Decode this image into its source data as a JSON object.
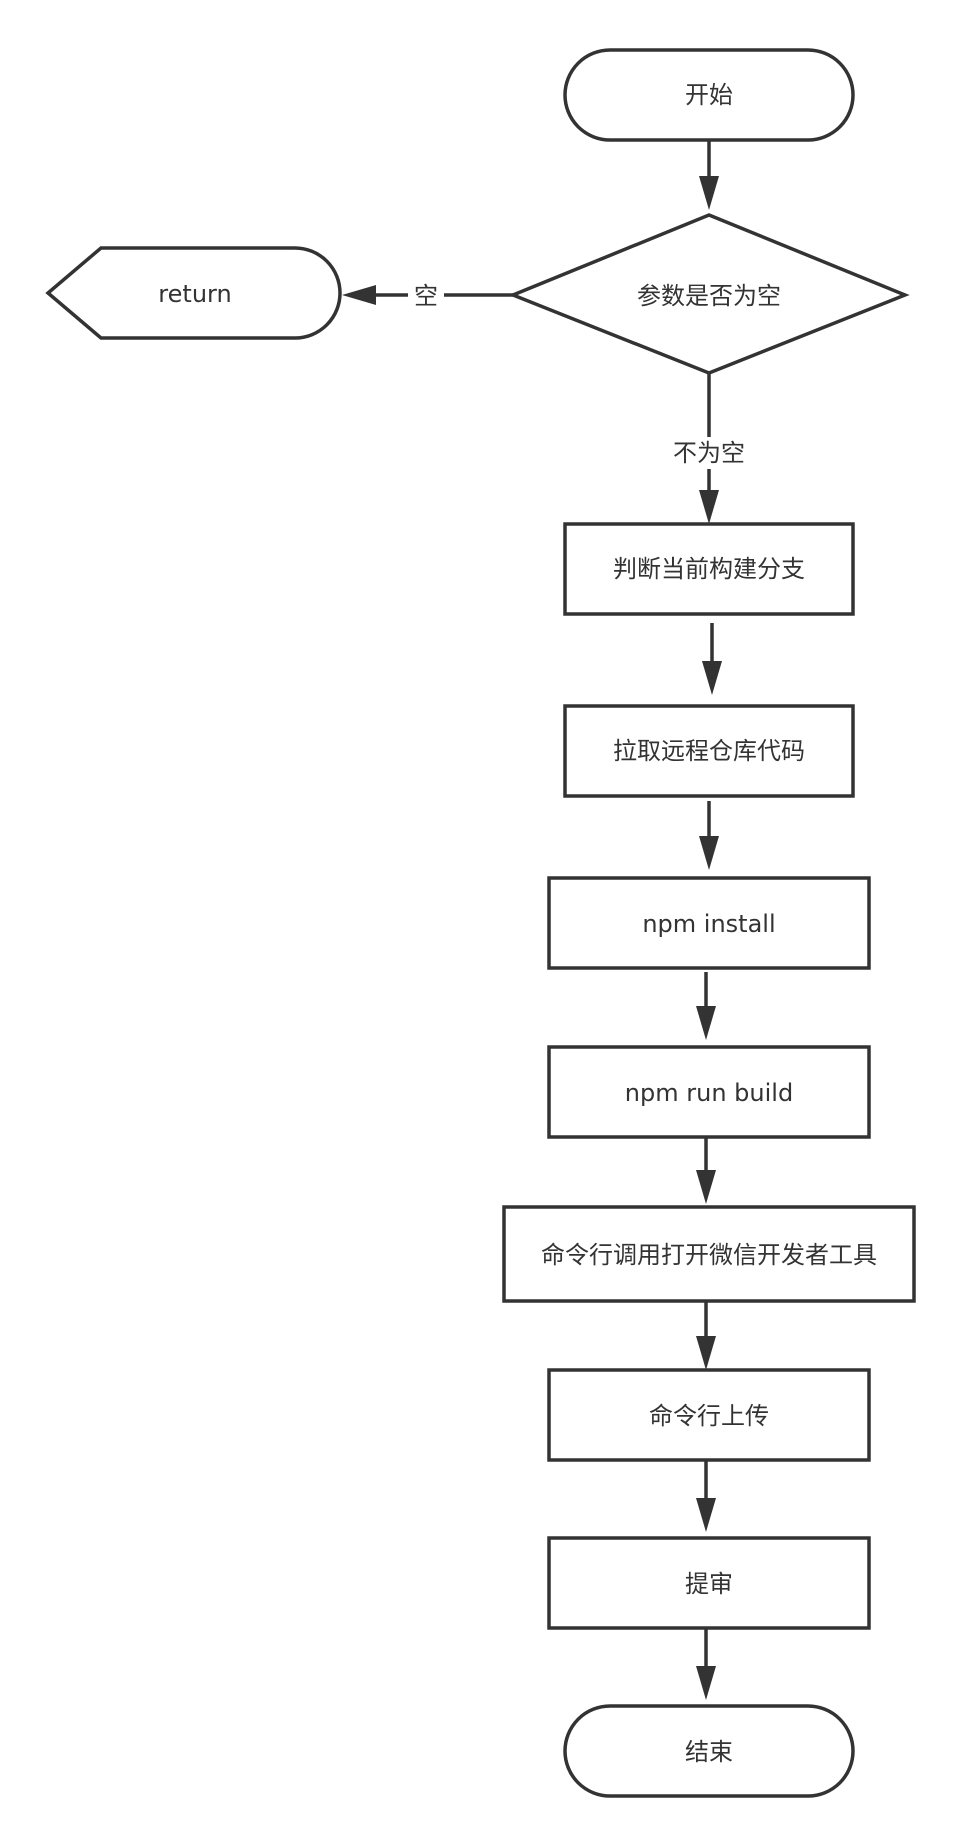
{
  "nodes": {
    "start": "开始",
    "decision": "参数是否为空",
    "return": "return",
    "branch": "判断当前构建分支",
    "pull": "拉取远程仓库代码",
    "install": "npm install",
    "build": "npm run build",
    "devtools": "命令行调用打开微信开发者工具",
    "upload": "命令行上传",
    "review": "提审",
    "end": "结束"
  },
  "edges": {
    "empty_label": "空",
    "not_empty_label": "不为空"
  }
}
